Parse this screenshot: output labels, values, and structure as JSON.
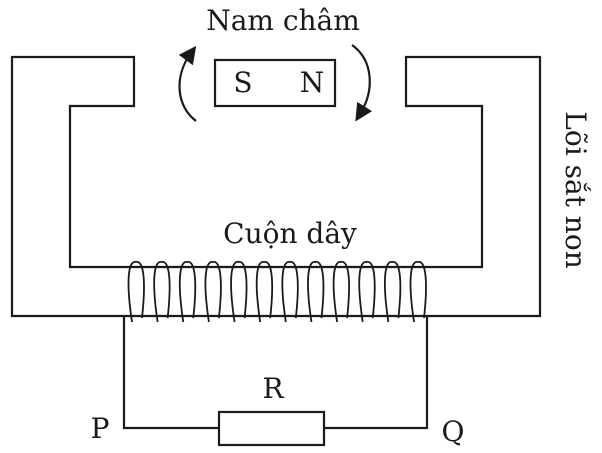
{
  "labels": {
    "magnet": "Nam châm",
    "magnet_south": "S",
    "magnet_north": "N",
    "core": "Lõi sắt non",
    "coil": "Cuộn dây",
    "resistor": "R",
    "point_p": "P",
    "point_q": "Q"
  },
  "colors": {
    "stroke": "#1a1a1a",
    "background": "#ffffff"
  },
  "icons": {
    "rotation_arrow_left": "curved-arrow-up",
    "rotation_arrow_right": "curved-arrow-down"
  }
}
